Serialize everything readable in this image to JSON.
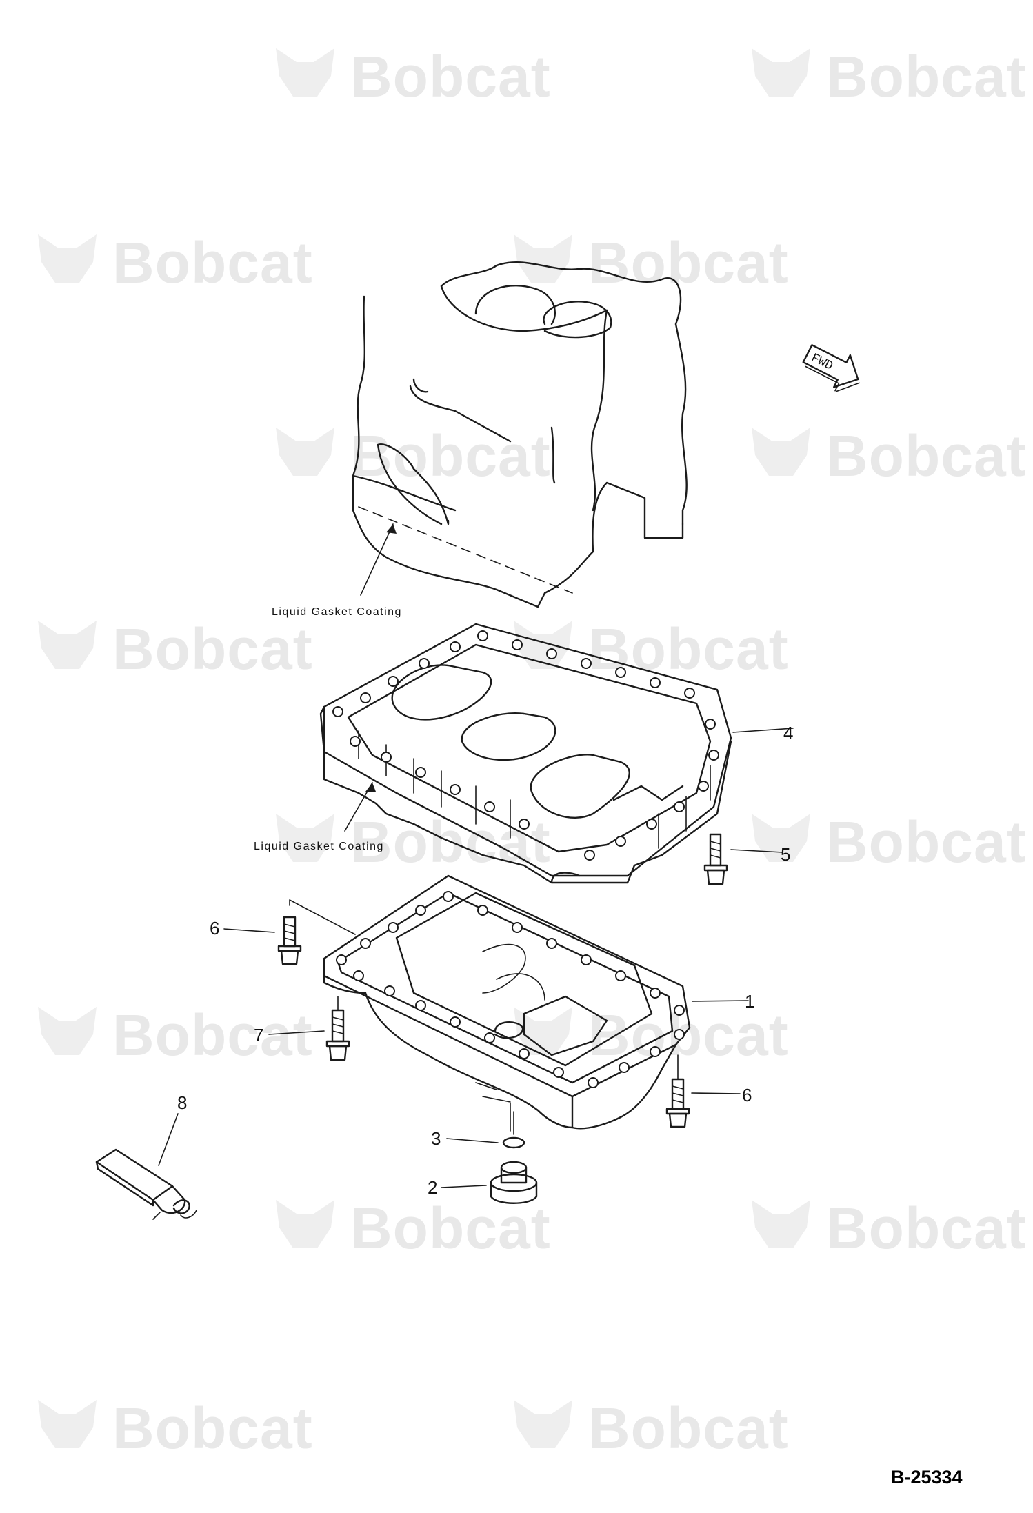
{
  "watermark": {
    "brand": "Bobcat",
    "reg": "."
  },
  "notes": {
    "gasket_coating_1": "Liquid Gasket Coating",
    "gasket_coating_2": "Liquid Gasket Coating"
  },
  "direction_label": "FWD",
  "callouts": [
    "1",
    "2",
    "3",
    "4",
    "5",
    "6",
    "6",
    "7",
    "8"
  ],
  "figure_id": "B-25334",
  "colors": {
    "line": "#1b1b1b",
    "watermark": "#e8e8e8"
  }
}
